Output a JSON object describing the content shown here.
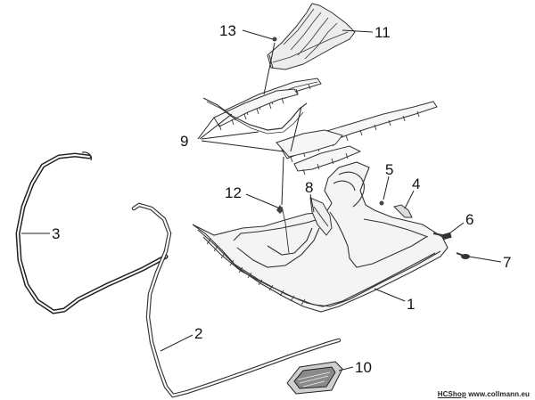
{
  "callouts": [
    {
      "id": "c1",
      "text": "1"
    },
    {
      "id": "c2",
      "text": "2"
    },
    {
      "id": "c3",
      "text": "3"
    },
    {
      "id": "c4",
      "text": "4"
    },
    {
      "id": "c5",
      "text": "5"
    },
    {
      "id": "c6",
      "text": "6"
    },
    {
      "id": "c7",
      "text": "7"
    },
    {
      "id": "c8",
      "text": "8"
    },
    {
      "id": "c9",
      "text": "9"
    },
    {
      "id": "c10",
      "text": "10"
    },
    {
      "id": "c11",
      "text": "11"
    },
    {
      "id": "c12",
      "text": "12"
    },
    {
      "id": "c13",
      "text": "13"
    }
  ],
  "credit": {
    "prefix": "HCShop",
    "site": "www.collmann.eu"
  }
}
